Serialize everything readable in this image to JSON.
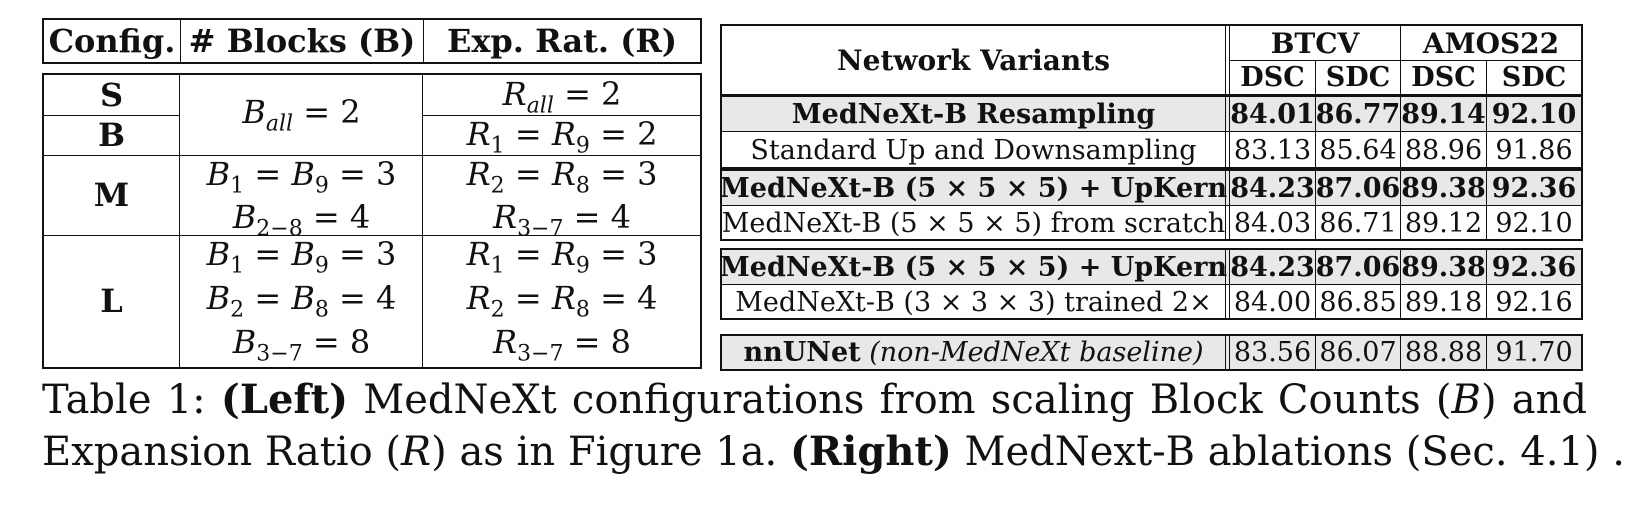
{
  "left_table": {
    "headers": [
      "Config.",
      "# Blocks (B)",
      "Exp. Rat. (R)"
    ],
    "configs": {
      "S": "S",
      "B": "B",
      "M": "M",
      "L": "L"
    },
    "blocks": {
      "SB": "B_all = 2",
      "M": [
        "B1 = B9 = 3",
        "B2−8 = 4"
      ],
      "L": [
        "B1 = B9 = 3",
        "B2 = B8 = 4",
        "B3−7 = 8"
      ]
    },
    "ratios": {
      "S": "R_all = 2",
      "B": "R1 = R9 = 2",
      "M": [
        "R2 = R8 = 3",
        "R3−7 = 4"
      ],
      "L": [
        "R1 = R9 = 3",
        "R2 = R8 = 4",
        "R3−7 = 8"
      ]
    }
  },
  "right_table": {
    "header": {
      "variants": "Network Variants",
      "btcv": "BTCV",
      "amos": "AMOS22",
      "metrics": [
        "DSC",
        "SDC",
        "DSC",
        "SDC"
      ]
    },
    "blocks": [
      {
        "rows": [
          {
            "name": "MedNeXt-B Resampling",
            "values": [
              "84.01",
              "86.77",
              "89.14",
              "92.10"
            ],
            "bold": true
          },
          {
            "name": "Standard Up and Downsampling",
            "values": [
              "83.13",
              "85.64",
              "88.96",
              "91.86"
            ],
            "bold": false
          }
        ]
      },
      {
        "rows": [
          {
            "name": "MedNeXt-B (5 × 5 × 5) + UpKern",
            "values": [
              "84.23",
              "87.06",
              "89.38",
              "92.36"
            ],
            "bold": true
          },
          {
            "name": "MedNeXt-B (5 × 5 × 5) from scratch",
            "values": [
              "84.03",
              "86.71",
              "89.12",
              "92.10"
            ],
            "bold": false
          }
        ]
      },
      {
        "rows": [
          {
            "name": "MedNeXt-B (5 × 5 × 5) + UpKern",
            "values": [
              "84.23",
              "87.06",
              "89.38",
              "92.36"
            ],
            "bold": true
          },
          {
            "name": "MedNeXt-B (3 × 3 × 3) trained 2×",
            "values": [
              "84.00",
              "86.85",
              "89.18",
              "92.16"
            ],
            "bold": false
          }
        ]
      },
      {
        "rows": [
          {
            "name": "nnUNet",
            "suffix": "(non-MedNeXt baseline)",
            "values": [
              "83.56",
              "86.07",
              "88.88",
              "91.70"
            ],
            "bold": true
          }
        ]
      }
    ]
  },
  "caption": {
    "label": "Table 1:",
    "left_tag": "(Left)",
    "text1": "MedNeXt configurations from scaling Block Counts (",
    "var_b": "B",
    "text2": ") and",
    "text3": "Expansion Ratio (",
    "var_r": "R",
    "text4": ") as in Figure 1a.",
    "right_tag": "(Right)",
    "text5": "MedNext-B ablations (Sec. 4.1) ."
  }
}
